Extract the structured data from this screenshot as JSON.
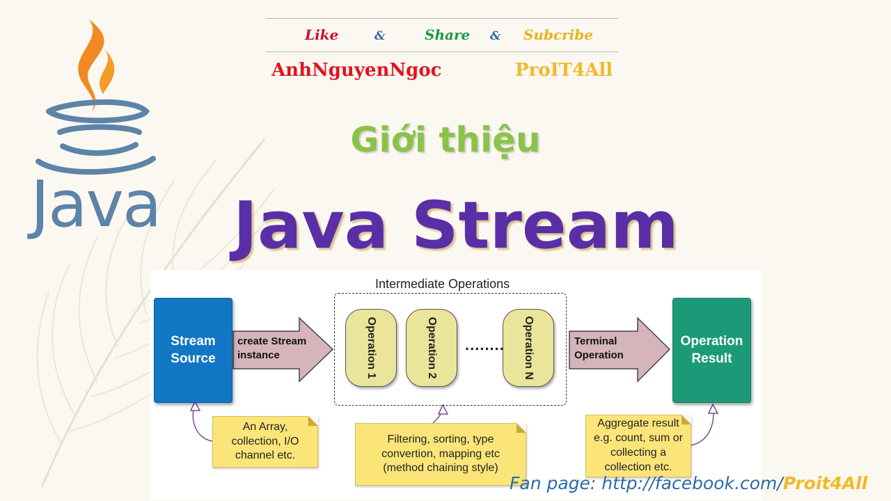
{
  "header": {
    "like": "Like",
    "amp1": "&",
    "share": "Share",
    "amp2": "&",
    "subscribe": "Subcribe",
    "author": "AnhNguyenNgoc",
    "channel": "ProIT4All"
  },
  "logo": {
    "word": "Java",
    "tm": "™"
  },
  "subtitle": "Giới thiệu",
  "title": "Java Stream",
  "diagram": {
    "source": "Stream Source",
    "create_arrow": "create Stream instance",
    "intermediate_label": "Intermediate Operations",
    "operations": [
      "Operation 1",
      "Operation 2",
      "Operation N"
    ],
    "ellipsis": ".........",
    "terminal_arrow": "Terminal Operation",
    "result": "Operation Result",
    "note_source": "An Array, collection, I/O channel etc.",
    "note_intermediate": "Filtering, sorting, type convertion, mapping etc (method chaining style)",
    "note_result": "Aggregate result e.g. count, sum or collecting a collection etc."
  },
  "footer": {
    "prefix": "Fan page: http://facebook.com/",
    "highlight": "Proit4All"
  },
  "colors": {
    "like": "#c8102e",
    "share": "#1a9a46",
    "subscribe": "#e8b31c",
    "author": "#e3121f",
    "channel": "#f3b82a",
    "source_box": "#1177c4",
    "result_box": "#1c9a78",
    "arrow": "#d6b4bb",
    "pill": "#eae59a",
    "note": "#fbe579",
    "title": "#5a2ea6",
    "subtitle": "#8bc34a"
  }
}
